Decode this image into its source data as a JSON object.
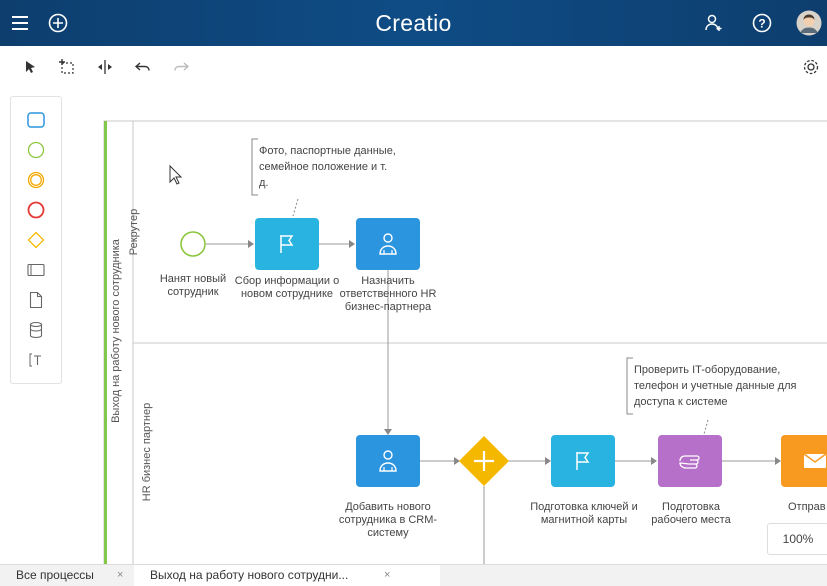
{
  "topbar": {
    "logo": "Creatio",
    "icons": [
      "hamburger-menu-icon",
      "plus-circle-icon",
      "user-add-icon",
      "help-icon",
      "avatar"
    ]
  },
  "toolbar": {
    "icons": [
      "pointer-icon",
      "lasso-select-icon",
      "space-tool-icon",
      "undo-icon",
      "redo-icon",
      "settings-icon"
    ]
  },
  "palette": {
    "items": [
      "task-shape-icon",
      "start-event-icon",
      "intermediate-event-icon",
      "end-event-icon",
      "gateway-icon",
      "subprocess-icon",
      "data-object-icon",
      "data-store-icon",
      "annotation-icon"
    ]
  },
  "pool": {
    "label": "Выход на работу нового сотрудника"
  },
  "lanes": [
    {
      "label": "Рекрутер"
    },
    {
      "label": "HR бизнес партнер"
    }
  ],
  "elements": {
    "start_label": "Нанят новый сотрудник",
    "collect_label": "Сбор информации о новом сотруднике",
    "assign_label": "Назначить ответственного HR бизнес-партнера",
    "add_label": "Добавить нового сотрудника в CRM-систему",
    "keys_label": "Подготовка ключей и магнитной карты",
    "workplace_label": "Подготовка рабочего места",
    "send_label": "Отправ"
  },
  "notes": {
    "note1": "Фото, паспортные данные, семейное положение и т. д.",
    "note2": "Проверить IT-оборудование, телефон и учетные данные для доступа к системе"
  },
  "zoom": "100%",
  "tabs": [
    {
      "label": "Все процессы",
      "close": "×"
    },
    {
      "label": "Выход на работу нового сотрудни...",
      "close": "×"
    }
  ],
  "colors": {
    "topbar": "#0f4c85",
    "task_blue": "#2c95df",
    "task_cyan": "#29b3e0",
    "task_purple": "#b670c9",
    "task_orange": "#f79a1f",
    "gateway": "#f5b800",
    "pool_accent": "#82c94b"
  }
}
